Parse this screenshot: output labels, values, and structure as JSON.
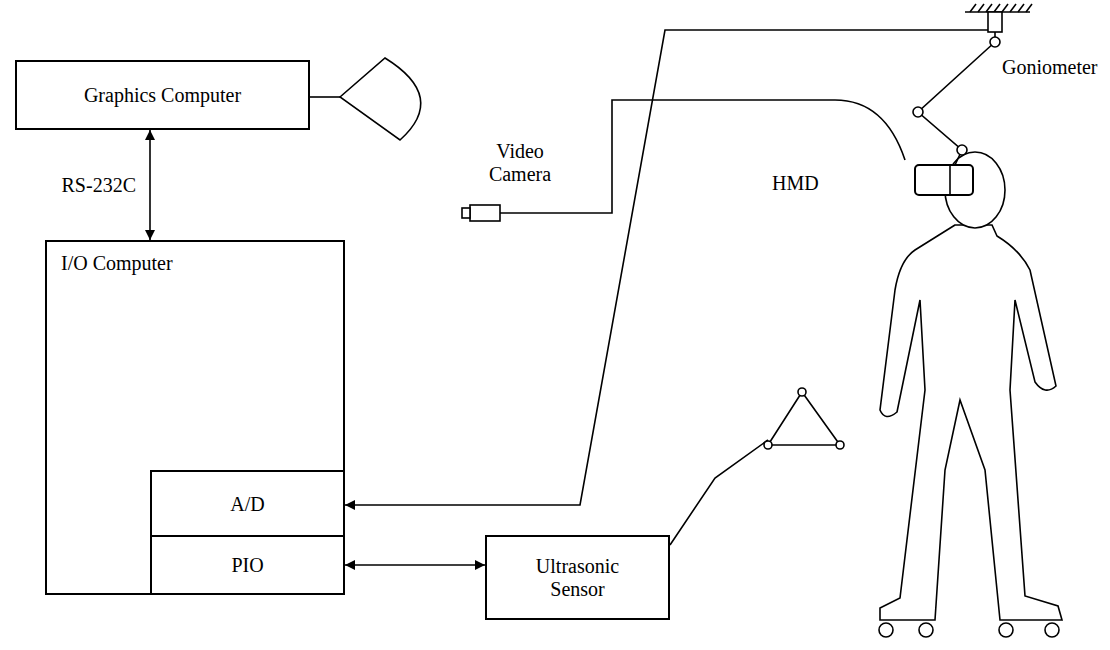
{
  "diagram": {
    "nodes": [
      {
        "text": [
          "Graphics Computer"
        ]
      },
      {
        "text": [
          "I/O Computer"
        ]
      },
      {
        "text": [
          "A/D"
        ],
        "in": 1
      },
      {
        "text": [
          "PIO"
        ],
        "in": 1
      },
      {
        "text": [
          "Ultrasonic Sensor"
        ]
      }
    ],
    "edges": [
      {
        "from": 0,
        "to": 1,
        "arrow": "both",
        "label": "RS-232C"
      },
      {
        "from": 3,
        "to": 4,
        "arrow": "both"
      }
    ],
    "labels": [
      "Video Camera",
      "HMD",
      "Goniometer"
    ]
  }
}
